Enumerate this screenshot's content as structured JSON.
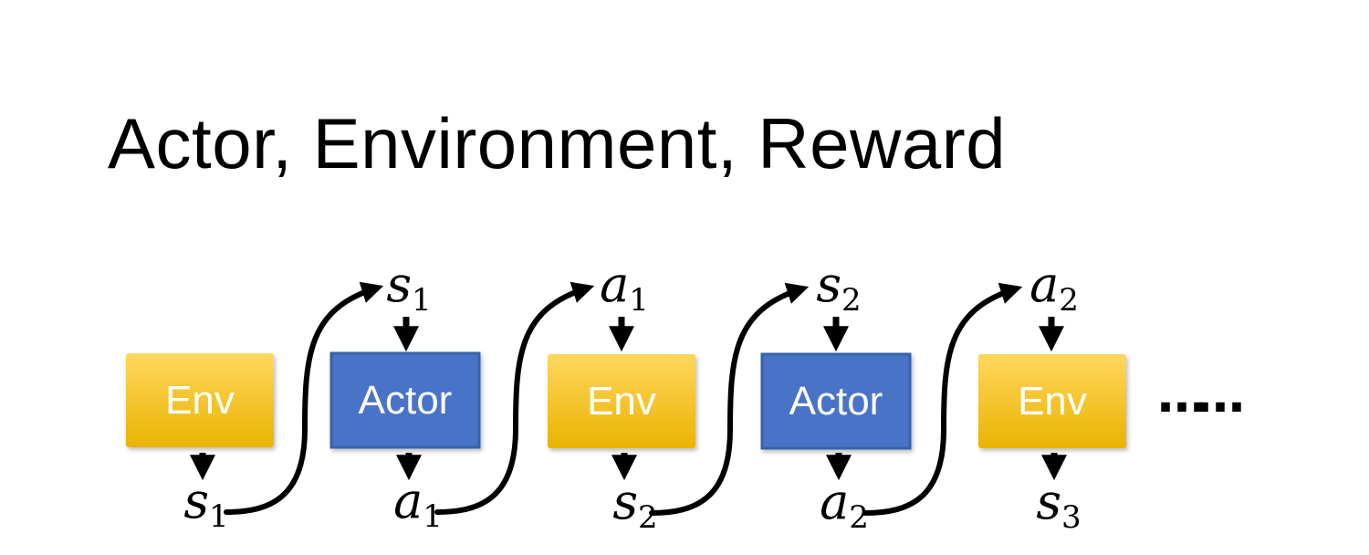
{
  "title": "Actor, Environment, Reward",
  "colors": {
    "env_gradient_top": "#FFD75E",
    "env_gradient_bottom": "#EAB301",
    "actor_fill": "#4A73C6",
    "actor_border": "#3462AC",
    "arrow": "#000000"
  },
  "diagram": {
    "boxes": [
      {
        "label": "Env",
        "type": "environment"
      },
      {
        "label": "Actor",
        "type": "actor"
      },
      {
        "label": "Env",
        "type": "environment"
      },
      {
        "label": "Actor",
        "type": "actor"
      },
      {
        "label": "Env",
        "type": "environment"
      }
    ],
    "top_labels": [
      {
        "base": "s",
        "sub": "1"
      },
      {
        "base": "a",
        "sub": "1"
      },
      {
        "base": "s",
        "sub": "2"
      },
      {
        "base": "a",
        "sub": "2"
      }
    ],
    "bottom_labels": [
      {
        "base": "s",
        "sub": "1"
      },
      {
        "base": "a",
        "sub": "1"
      },
      {
        "base": "s",
        "sub": "2"
      },
      {
        "base": "a",
        "sub": "2"
      },
      {
        "base": "s",
        "sub": "3"
      }
    ],
    "ellipsis": "……"
  }
}
